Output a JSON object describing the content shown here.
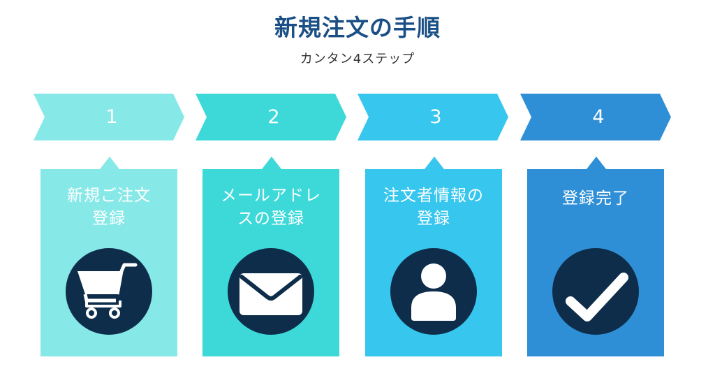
{
  "header": {
    "title": "新規注文の手順",
    "subtitle": "カンタン4ステップ"
  },
  "colors": {
    "title": "#1a4f85",
    "icon_circle": "#0e2d4a",
    "step1": "#87e8e8",
    "step2": "#3dd9d9",
    "step3": "#36c6ee",
    "step4": "#2e8fd6"
  },
  "steps": [
    {
      "number": "1",
      "label": "新規ご注文\n登録",
      "icon": "shopping-cart-icon"
    },
    {
      "number": "2",
      "label": "メールアドレ\nスの登録",
      "icon": "envelope-icon"
    },
    {
      "number": "3",
      "label": "注文者情報の\n登録",
      "icon": "user-icon"
    },
    {
      "number": "4",
      "label": "登録完了",
      "icon": "checkmark-icon"
    }
  ]
}
